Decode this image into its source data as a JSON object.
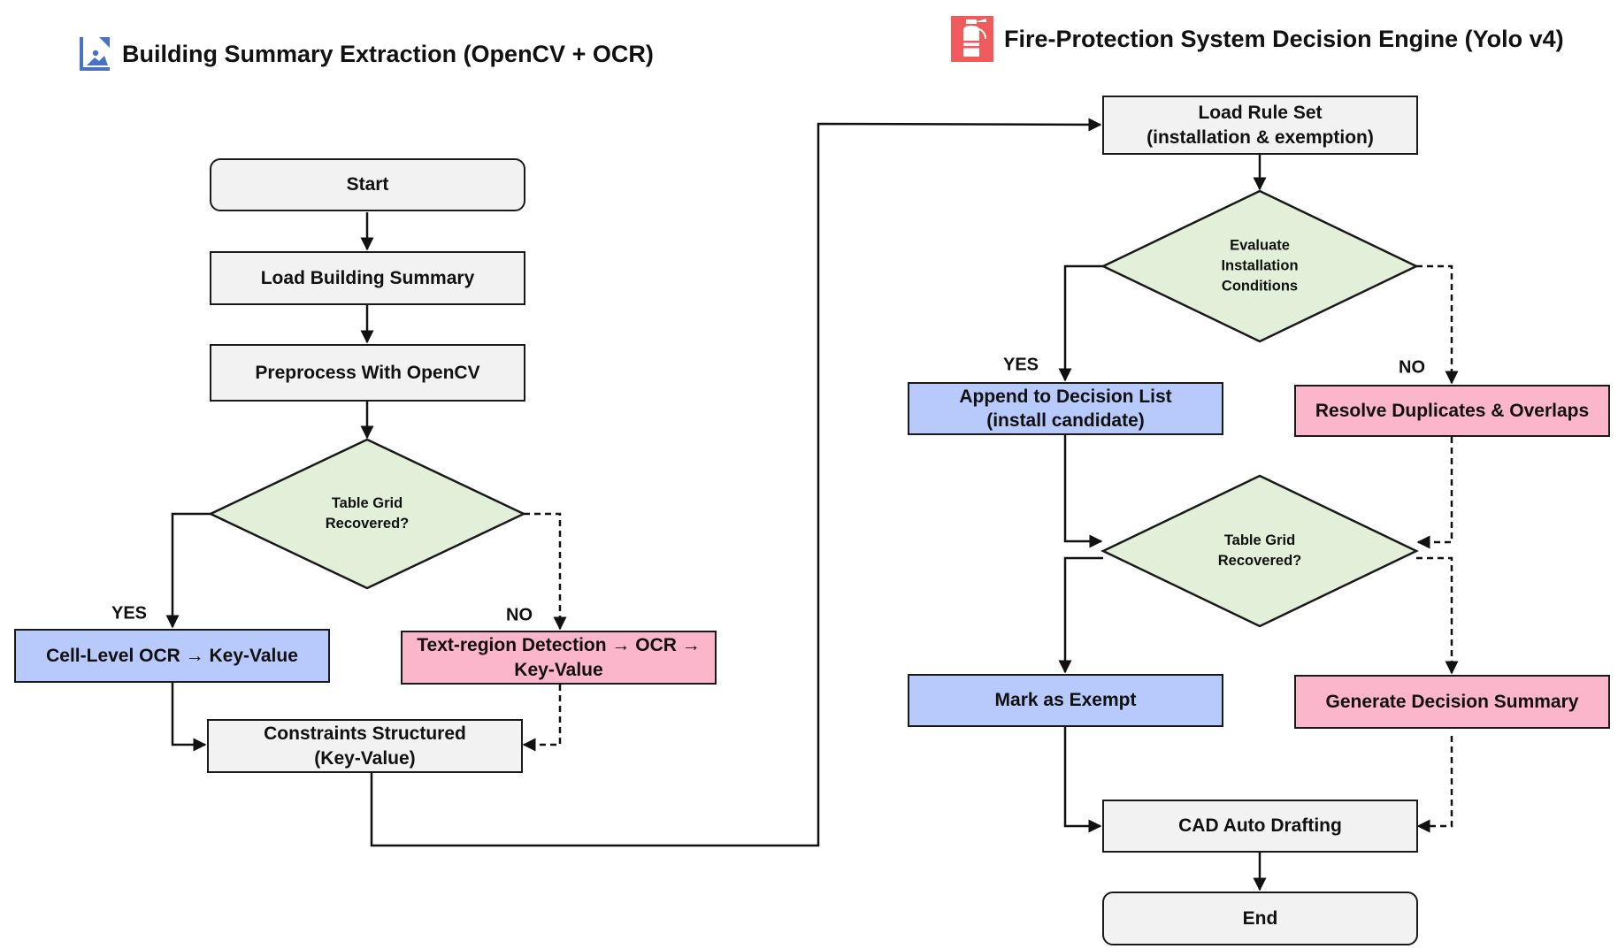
{
  "left_title": "Building Summary Extraction  (OpenCV + OCR)",
  "right_title": "Fire-Protection System Decision Engine (Yolo v4)",
  "left": {
    "start": "Start",
    "load": "Load Building Summary",
    "preprocess": "Preprocess With OpenCV",
    "decision": "Table Grid\nRecovered?",
    "yes_label": "YES",
    "no_label": "NO",
    "cell_ocr": "Cell-Level OCR → Key-Value",
    "text_region": "Text-region Detection → OCR →\nKey-Value",
    "constraints": "Constraints Structured\n(Key-Value)"
  },
  "right": {
    "load_rule": "Load Rule Set\n(installation & exemption)",
    "evaluate": "Evaluate\nInstallation\nConditions",
    "yes_label": "YES",
    "no_label": "NO",
    "append": "Append to Decision List\n(install candidate)",
    "resolve": "Resolve Duplicates & Overlaps",
    "decision2": "Table Grid\nRecovered?",
    "mark_exempt": "Mark as Exempt",
    "generate": "Generate Decision Summary",
    "cad": "CAD Auto Drafting",
    "end": "End"
  },
  "colors": {
    "process_fill": "#f2f2f2",
    "decision_fill": "#e2efd9",
    "yes_fill": "#b8c9fb",
    "no_fill": "#fbb6cc",
    "left_icon": "#4a72c4",
    "right_icon": "#f05b5b"
  }
}
